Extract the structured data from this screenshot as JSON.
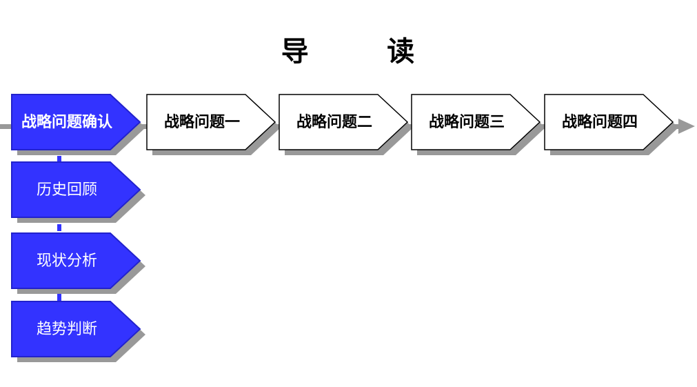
{
  "slide": {
    "title": "导       读"
  },
  "flow": {
    "main_steps": [
      {
        "label": "战略问题确认",
        "style": "blue"
      },
      {
        "label": "战略问题一",
        "style": "white"
      },
      {
        "label": "战略问题二",
        "style": "white"
      },
      {
        "label": "战略问题三",
        "style": "white"
      },
      {
        "label": "战略问题四",
        "style": "white"
      }
    ],
    "sub_steps": [
      {
        "label": "历史回顾",
        "style": "blue"
      },
      {
        "label": "现状分析",
        "style": "blue"
      },
      {
        "label": "趋势判断",
        "style": "blue"
      }
    ]
  },
  "colors": {
    "arrow_blue": "#3333FF",
    "arrow_blue_border": "#2222CC",
    "arrow_white": "#FFFFFF",
    "shadow_gray": "#999999",
    "connector_gray": "#999999",
    "text_on_blue": "#FFFFFF",
    "text_on_white": "#000000",
    "title_black": "#000000"
  }
}
